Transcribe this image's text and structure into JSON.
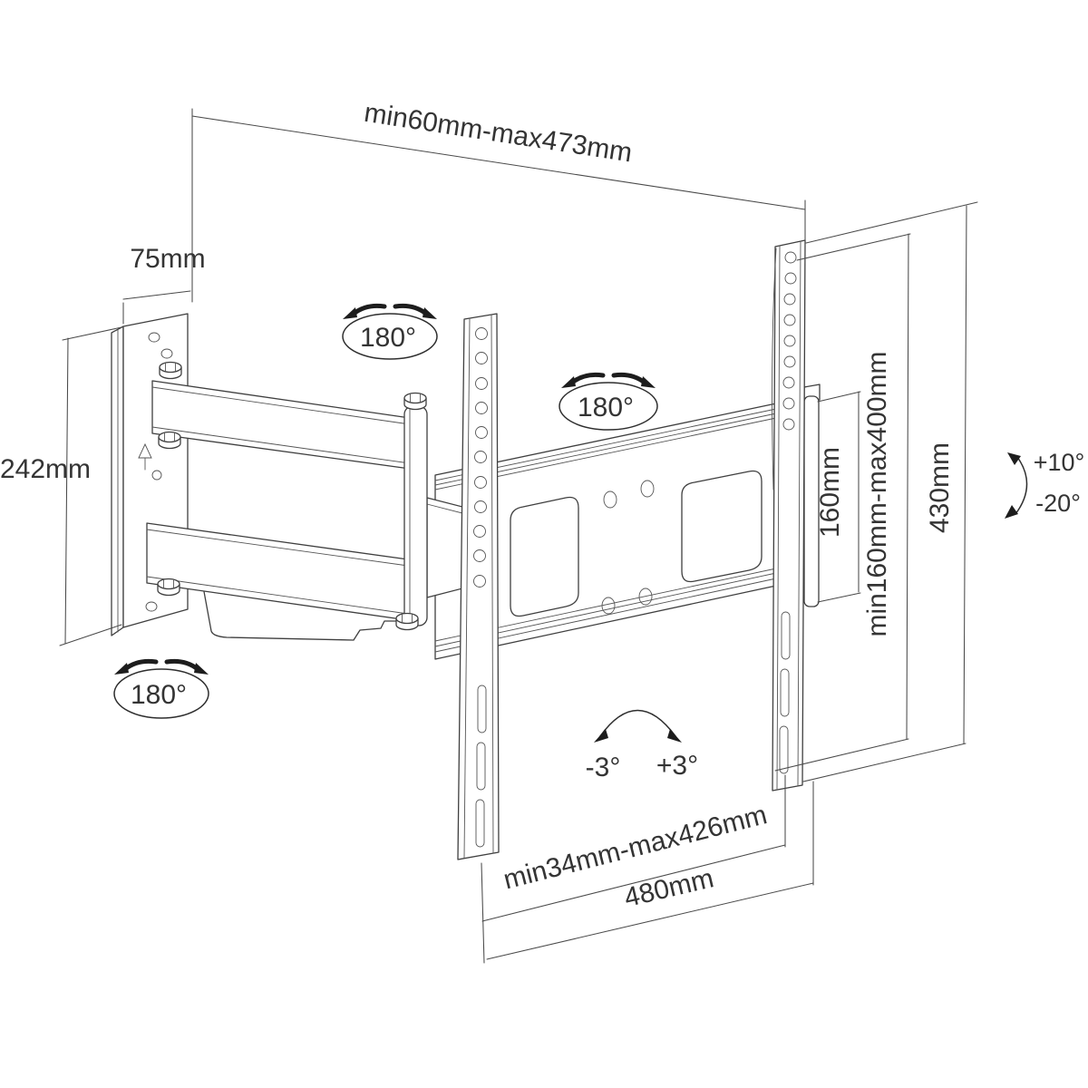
{
  "canvas": {
    "background": "#ffffff"
  },
  "colors": {
    "line": "#3f3f3f",
    "dim_line": "#4a4a4a",
    "text": "#343434"
  },
  "dimensions": {
    "extension_range": "min60mm-max473mm",
    "wall_plate_width": "75mm",
    "wall_plate_height": "242mm",
    "vesa_bar_height": "160mm",
    "vesa_height_range": "min160mm-max400mm",
    "bracket_height": "430mm",
    "vesa_width_range": "min34mm-max426mm",
    "bracket_width": "480mm"
  },
  "angles": {
    "swivel_arm_joint": "180°",
    "swivel_tv_joint": "180°",
    "swivel_wall_joint": "180°",
    "tilt_up": "+10°",
    "tilt_down": "-20°",
    "level_left": "-3°",
    "level_right": "+3°"
  }
}
